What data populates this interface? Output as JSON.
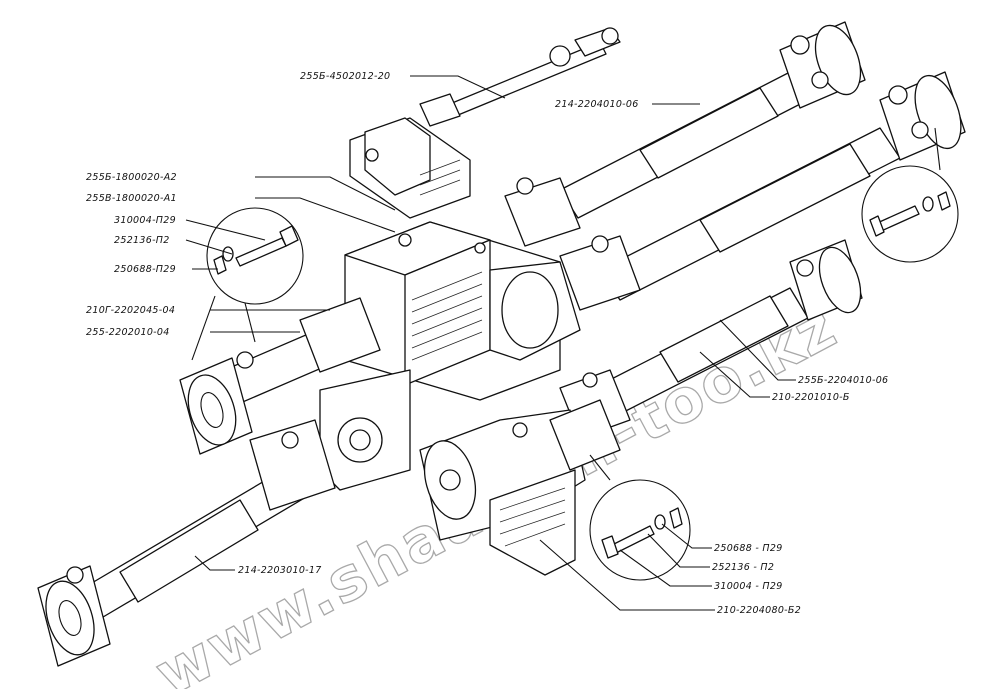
{
  "watermark": {
    "text": "www.shaaman-too.kz"
  },
  "labels": {
    "l1": "255Б-4502012-20",
    "l2": "214-2204010-06",
    "l3": "255Б-1800020-А2",
    "l4": "255В-1800020-А1",
    "l5": "310004-П29",
    "l6": "252136-П2",
    "l7": "250688-П29",
    "l8": "210Г-2202045-04",
    "l9": "255-2202010-04",
    "l10": "255Б-2204010-06",
    "l11": "210-2201010-Б",
    "l12": "214-2203010-17",
    "l13": "250688 - П29",
    "l14": "252136 - П2",
    "l15": "310004 - П29",
    "l16": "210-2204080-Б2"
  }
}
